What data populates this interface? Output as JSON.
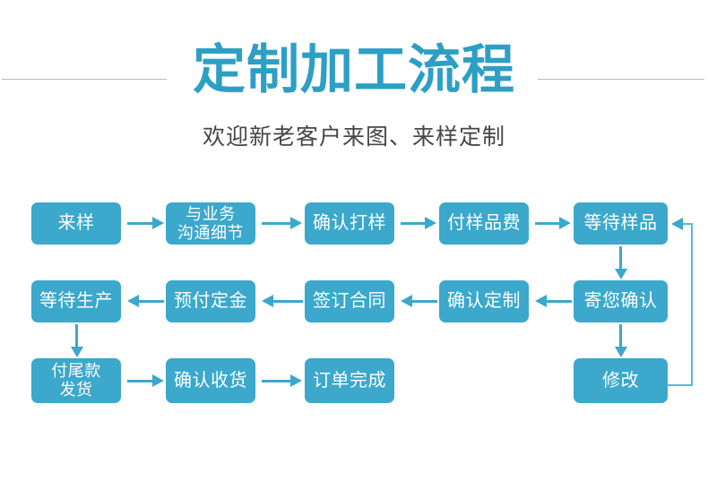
{
  "header": {
    "title": "定制加工流程",
    "subtitle": "欢迎新老客户来图、来样定制",
    "title_color": "#2e9fc4",
    "subtitle_color": "#464646",
    "rule_color": "#b9b9b9"
  },
  "theme": {
    "background": "#ffffff",
    "node_fill": "#3ba8cc",
    "node_text": "#ffffff",
    "connector": "#3ba8cc",
    "loop_connector": "#5bb8d8"
  },
  "flow": {
    "row1": [
      {
        "label": "来样"
      },
      {
        "label": "与业务\n沟通细节"
      },
      {
        "label": "确认打样"
      },
      {
        "label": "付样品费"
      },
      {
        "label": "等待样品"
      }
    ],
    "row2": [
      {
        "label": "等待生产"
      },
      {
        "label": "预付定金"
      },
      {
        "label": "签订合同"
      },
      {
        "label": "确认定制"
      },
      {
        "label": "寄您确认"
      }
    ],
    "row3": [
      {
        "label": "付尾款\n发货"
      },
      {
        "label": "确认收货"
      },
      {
        "label": "订单完成"
      },
      {
        "label": "修改"
      }
    ]
  }
}
